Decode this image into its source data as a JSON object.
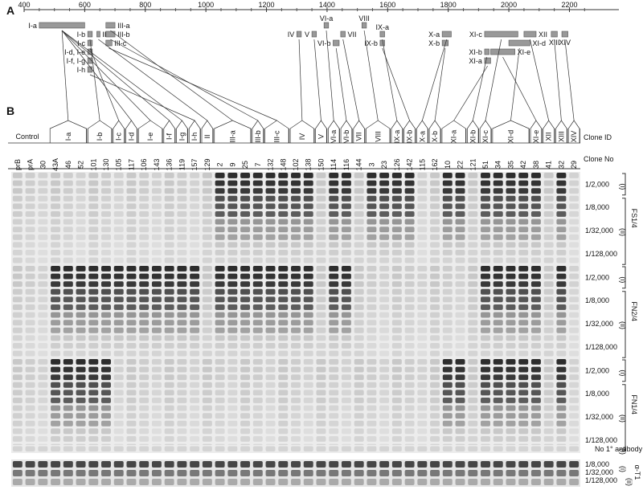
{
  "panel_a": {
    "label": "A",
    "axis_ticks": [
      "400",
      "600",
      "800",
      "1000",
      "1200",
      "1400",
      "1600",
      "1800",
      "2000",
      "2200"
    ],
    "clones": [
      {
        "name": "I-a",
        "start": 450,
        "end": 600,
        "row": 0,
        "label_side": "left"
      },
      {
        "name": "I-b",
        "start": 610,
        "end": 625,
        "row": 1,
        "label_side": "left"
      },
      {
        "name": "I-c",
        "start": 610,
        "end": 625,
        "row": 2,
        "label_side": "left"
      },
      {
        "name": "I-d, I-e",
        "start": 610,
        "end": 625,
        "row": 3,
        "label_side": "left"
      },
      {
        "name": "I-f, I-g",
        "start": 610,
        "end": 625,
        "row": 4,
        "label_side": "left"
      },
      {
        "name": "I-h",
        "start": 610,
        "end": 625,
        "row": 5,
        "label_side": "left"
      },
      {
        "name": "II",
        "start": 640,
        "end": 650,
        "row": 1,
        "label_side": "right"
      },
      {
        "name": "III-a",
        "start": 670,
        "end": 700,
        "row": 0,
        "label_side": "right"
      },
      {
        "name": "III-b",
        "start": 670,
        "end": 700,
        "row": 1,
        "label_side": "right"
      },
      {
        "name": "III-c",
        "start": 670,
        "end": 690,
        "row": 2,
        "label_side": "right"
      },
      {
        "name": "IV",
        "start": 1300,
        "end": 1315,
        "row": 1,
        "label_side": "left"
      },
      {
        "name": "V",
        "start": 1350,
        "end": 1365,
        "row": 1,
        "label_side": "left"
      },
      {
        "name": "VI-a",
        "start": 1390,
        "end": 1405,
        "row": 0,
        "label_side": "above"
      },
      {
        "name": "VI-b",
        "start": 1420,
        "end": 1440,
        "row": 2,
        "label_side": "left"
      },
      {
        "name": "VII",
        "start": 1445,
        "end": 1460,
        "row": 1,
        "label_side": "right"
      },
      {
        "name": "VIII",
        "start": 1515,
        "end": 1530,
        "row": 0,
        "label_side": "above"
      },
      {
        "name": "IX-a",
        "start": 1575,
        "end": 1590,
        "row": 1,
        "label_side": "above"
      },
      {
        "name": "IX-b",
        "start": 1575,
        "end": 1590,
        "row": 2,
        "label_side": "left"
      },
      {
        "name": "X-a",
        "start": 1780,
        "end": 1810,
        "row": 1,
        "label_side": "left"
      },
      {
        "name": "X-b",
        "start": 1780,
        "end": 1800,
        "row": 2,
        "label_side": "left"
      },
      {
        "name": "XI-c",
        "start": 1920,
        "end": 2030,
        "row": 1,
        "label_side": "left"
      },
      {
        "name": "XI-d",
        "start": 2000,
        "end": 2070,
        "row": 2,
        "label_side": "right"
      },
      {
        "name": "XI-b",
        "start": 1920,
        "end": 1935,
        "row": 3,
        "label_side": "left"
      },
      {
        "name": "XI-e",
        "start": 1940,
        "end": 2020,
        "row": 3,
        "label_side": "right"
      },
      {
        "name": "XI-a",
        "start": 1920,
        "end": 1940,
        "row": 4,
        "label_side": "left"
      },
      {
        "name": "XII",
        "start": 2050,
        "end": 2090,
        "row": 1,
        "label_side": "right"
      },
      {
        "name": "XIII",
        "start": 2140,
        "end": 2160,
        "row": 1,
        "label_side": "below"
      },
      {
        "name": "XIV",
        "start": 2175,
        "end": 2195,
        "row": 1,
        "label_side": "below"
      }
    ]
  },
  "panel_b": {
    "label": "B",
    "control_header": "Control",
    "clone_id_title": "Clone ID",
    "clone_no_title": "Clone No",
    "columns": [
      {
        "id": "",
        "no": "prB"
      },
      {
        "id": "",
        "no": "prA"
      },
      {
        "id": "",
        "no": "30"
      },
      {
        "id": "I-a",
        "no": "43A"
      },
      {
        "id": "",
        "no": "46"
      },
      {
        "id": "",
        "no": "52"
      },
      {
        "id": "I-b",
        "no": "101"
      },
      {
        "id": "",
        "no": "130"
      },
      {
        "id": "I-c",
        "no": "105"
      },
      {
        "id": "I-d",
        "no": "117"
      },
      {
        "id": "I-e",
        "no": "106"
      },
      {
        "id": "",
        "no": "143"
      },
      {
        "id": "I-f",
        "no": "136"
      },
      {
        "id": "I-g",
        "no": "119"
      },
      {
        "id": "I-h",
        "no": "157"
      },
      {
        "id": "II",
        "no": "129"
      },
      {
        "id": "III-a",
        "no": "2"
      },
      {
        "id": "",
        "no": "9"
      },
      {
        "id": "",
        "no": "25"
      },
      {
        "id": "III-b",
        "no": "7"
      },
      {
        "id": "III-c",
        "no": "132"
      },
      {
        "id": "",
        "no": "148"
      },
      {
        "id": "IV",
        "no": "102"
      },
      {
        "id": "",
        "no": "138"
      },
      {
        "id": "V",
        "no": "150"
      },
      {
        "id": "VI-a",
        "no": "114"
      },
      {
        "id": "VI-b",
        "no": "116"
      },
      {
        "id": "VII",
        "no": "144"
      },
      {
        "id": "VIII",
        "no": "3"
      },
      {
        "id": "",
        "no": "23"
      },
      {
        "id": "IX-a",
        "no": "126"
      },
      {
        "id": "IX-b",
        "no": "142"
      },
      {
        "id": "X-a",
        "no": "115"
      },
      {
        "id": "X-b",
        "no": "162"
      },
      {
        "id": "XI-a",
        "no": "10"
      },
      {
        "id": "",
        "no": "22"
      },
      {
        "id": "XI-b",
        "no": "121"
      },
      {
        "id": "XI-c",
        "no": "51"
      },
      {
        "id": "XI-d",
        "no": "34"
      },
      {
        "id": "",
        "no": "35"
      },
      {
        "id": "",
        "no": "42"
      },
      {
        "id": "XI-e",
        "no": "38"
      },
      {
        "id": "XII",
        "no": "41"
      },
      {
        "id": "XIII",
        "no": "32"
      },
      {
        "id": "XIV",
        "no": "29"
      }
    ],
    "antibody_blocks": [
      {
        "name": "FS1/4",
        "levels": [
          "1/2,000",
          "1/8,000",
          "1/32,000",
          "1/128,000"
        ],
        "group_i": "(i)",
        "group_ii": "(ii)",
        "positive": [
          16,
          17,
          18,
          19,
          20,
          21,
          22,
          23,
          25,
          26,
          28,
          29,
          30,
          31,
          34,
          35,
          37,
          38,
          39,
          40,
          41,
          43
        ]
      },
      {
        "name": "FN2/4",
        "levels": [
          "1/2,000",
          "1/8,000",
          "1/32,000",
          "1/128,000"
        ],
        "group_i": "(i)",
        "group_ii": "(ii)",
        "positive": [
          3,
          4,
          5,
          6,
          7,
          8,
          9,
          10,
          11,
          12,
          13,
          14,
          16,
          17,
          18,
          19,
          20,
          21,
          22,
          23,
          25,
          26,
          37,
          38,
          39,
          40,
          41,
          43
        ]
      },
      {
        "name": "FN1/4",
        "levels": [
          "1/2,000",
          "1/8,000",
          "1/32,000",
          "1/128,000"
        ],
        "group_i": "(i)",
        "group_ii": "(ii)",
        "positive": [
          3,
          4,
          5,
          6,
          7,
          34,
          35,
          37,
          38,
          39,
          40,
          41,
          43
        ]
      }
    ],
    "no_primary": {
      "label": "No 1° antibody",
      "group": "(i)"
    },
    "bottom_block": {
      "name": "α-T1",
      "levels": [
        "1/8,000",
        "1/32,000",
        "1/128,000"
      ],
      "group_i": "(i)",
      "group_ii": "(ii)"
    }
  }
}
